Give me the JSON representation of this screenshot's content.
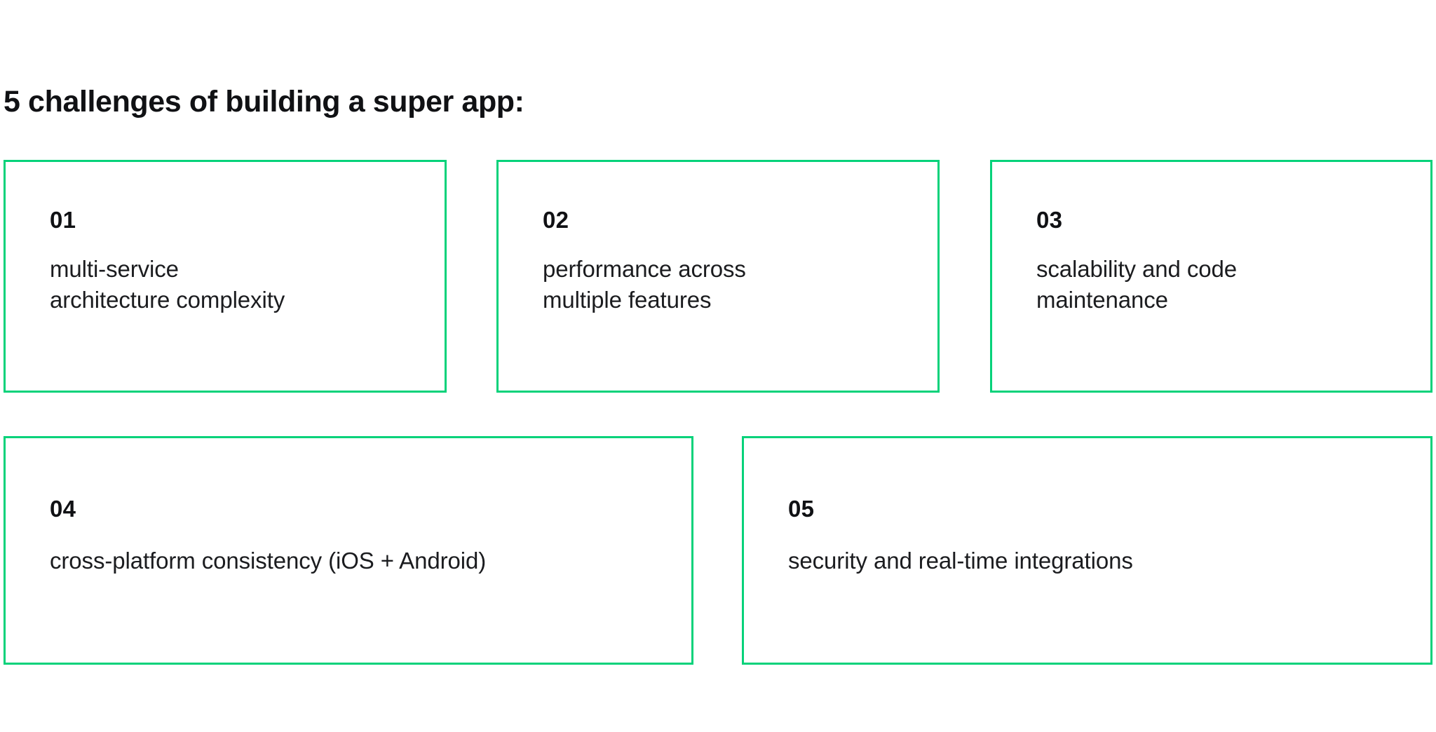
{
  "page": {
    "title": "5 challenges of building a super app:",
    "background_color": "#ffffff",
    "accent_color": "#05d27a",
    "text_color": "#101114"
  },
  "cards": [
    {
      "number": "01",
      "text": "multi-service\narchitecture complexity"
    },
    {
      "number": "02",
      "text": "performance across\nmultiple features"
    },
    {
      "number": "03",
      "text": "scalability and code\nmaintenance"
    },
    {
      "number": "04",
      "text": "cross-platform consistency (iOS + Android)"
    },
    {
      "number": "05",
      "text": "security and real-time integrations"
    }
  ]
}
